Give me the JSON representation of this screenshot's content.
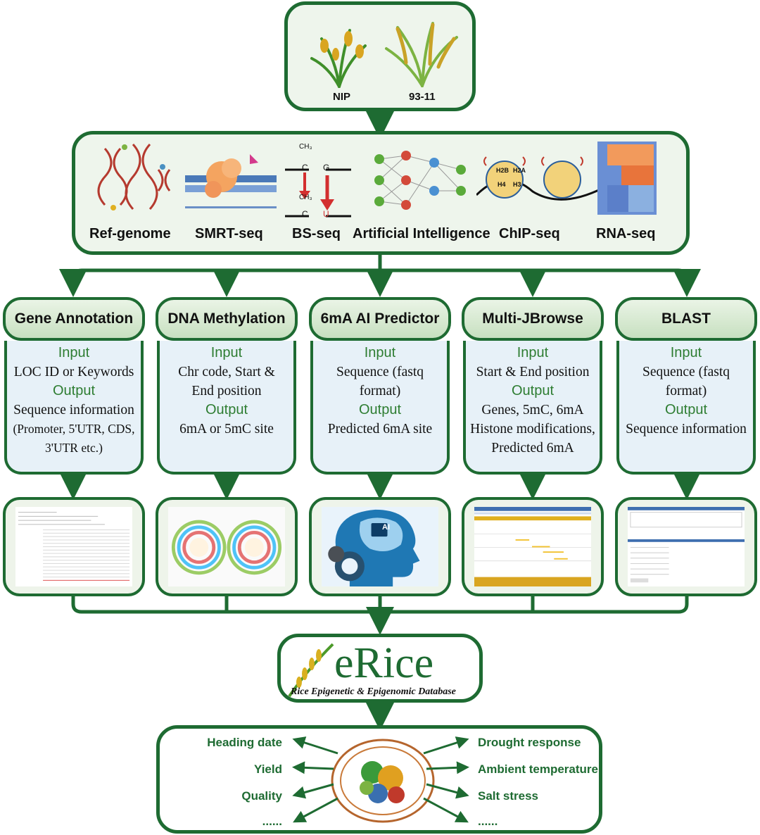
{
  "varieties": [
    "NIP",
    "93-11"
  ],
  "techniques": [
    "Ref-genome",
    "SMRT-seq",
    "BS-seq",
    "Artificial Intelligence",
    "ChIP-seq",
    "RNA-seq"
  ],
  "bs_labels": {
    "ch3_top": "CH₃",
    "ch3_bottom": "CH₃",
    "c1": "C",
    "g1": "G",
    "c2": "C",
    "u": "U"
  },
  "nucleosome_labels": [
    "H2B",
    "H2A",
    "H4",
    "H3"
  ],
  "ai_label": "AI",
  "modules": [
    {
      "title": "Gene Annotation",
      "input_label": "Input",
      "input": [
        "LOC ID or Keywords"
      ],
      "output_label": "Output",
      "output": [
        "Sequence information",
        "(Promoter, 5'UTR, CDS,",
        "3'UTR etc.)"
      ]
    },
    {
      "title": "DNA Methylation",
      "input_label": "Input",
      "input": [
        "Chr code, Start &",
        "End position"
      ],
      "output_label": "Output",
      "output": [
        "6mA or 5mC site"
      ]
    },
    {
      "title": "6mA AI Predictor",
      "input_label": "Input",
      "input": [
        "Sequence (fastq",
        "format)"
      ],
      "output_label": "Output",
      "output": [
        "Predicted 6mA site"
      ]
    },
    {
      "title": "Multi-JBrowse",
      "input_label": "Input",
      "input": [
        "Start & End position"
      ],
      "output_label": "Output",
      "output": [
        "Genes, 5mC, 6mA",
        "Histone modifications,",
        "Predicted 6mA"
      ]
    },
    {
      "title": "BLAST",
      "input_label": "Input",
      "input": [
        "Sequence (fastq",
        "format)"
      ],
      "output_label": "Output",
      "output": [
        "Sequence information"
      ]
    }
  ],
  "database": {
    "name": "eRice",
    "subtitle": "Rice Epigenetic & Epigenomic Database"
  },
  "traits_left": [
    "Heading date",
    "Yield",
    "Quality",
    "......"
  ],
  "traits_right": [
    "Drought response",
    "Ambient temperature",
    "Salt stress",
    "......"
  ],
  "colors": {
    "border": "#1e6b32",
    "box_fill": "#eef5ec",
    "module_body": "#e7f1f8",
    "keyword_green": "#2e7d32"
  }
}
